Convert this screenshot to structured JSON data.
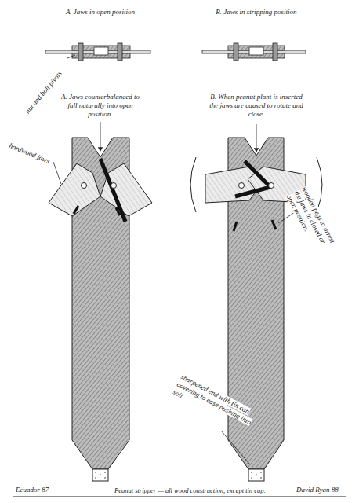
{
  "diagram": {
    "labels": [
      "A. Jaws in open position",
      "B. Jaws in stripping position",
      "nut and bolt pivots",
      "A. Jaws counterbalanced to fall naturally into open position.",
      "B. When peanut plant is inserted the jaws are caused to rotate and close.",
      "hardwood jaws",
      "wooden pegs to arrest the jaws in closed or open position.",
      "sharpened end with tin can covering to ease pushing into soil",
      "Ecuador 87",
      "Peanut stripper — all wood construction, except tin cap.",
      "David Ryan 88"
    ]
  }
}
